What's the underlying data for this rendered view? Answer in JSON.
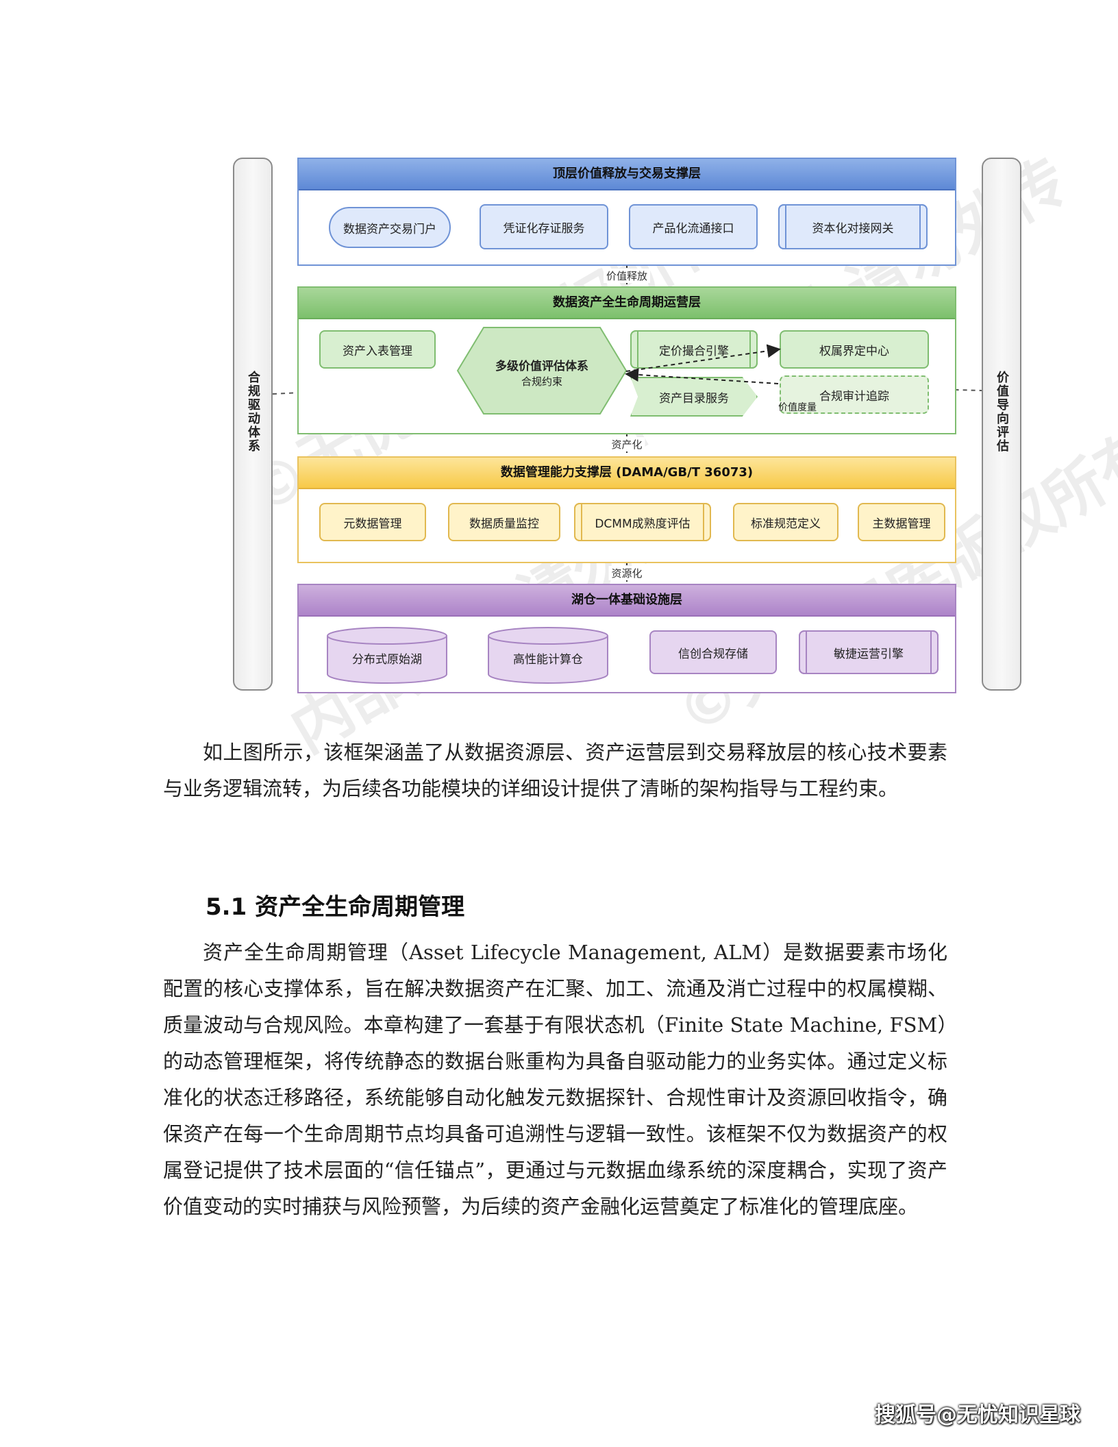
{
  "diagram": {
    "left_pillar": "合规驱动体系",
    "right_pillar": "价值导向评估",
    "layers": {
      "top": {
        "title": "顶层价值释放与交易支撑层",
        "items": [
          "数据资产交易门户",
          "凭证化存证服务",
          "产品化流通接口",
          "资本化对接网关"
        ]
      },
      "lifecycle": {
        "title": "数据资产全生命周期运营层",
        "items": [
          "资产入表管理",
          "定价撮合引擎",
          "权属界定中心",
          "资产目录服务",
          "合规审计追踪"
        ],
        "hexagon_title": "多级价值评估体系",
        "hexagon_sub": "合规约束",
        "value_measure": "价值度量"
      },
      "management": {
        "title": "数据管理能力支撑层 (DAMA/GB/T 36073)",
        "items": [
          "元数据管理",
          "数据质量监控",
          "DCMM成熟度评估",
          "标准规范定义",
          "主数据管理"
        ]
      },
      "infra": {
        "title": "湖仓一体基础设施层",
        "items": [
          "分布式原始湖",
          "高性能计算仓",
          "信创合规存储",
          "敏捷运营引擎"
        ]
      }
    },
    "connectors": [
      "价值释放",
      "资产化",
      "资源化"
    ],
    "watermark_text": "©无忧智库版权所有 内部资料 请勿外传"
  },
  "text": {
    "intro_paragraph": "如上图所示，该框架涵盖了从数据资源层、资产运营层到交易释放层的核心技术要素与业务逻辑流转，为后续各功能模块的详细设计提供了清晰的架构指导与工程约束。",
    "section_heading": "5.1 资产全生命周期管理",
    "section_paragraph": "资产全生命周期管理（Asset Lifecycle Management, ALM）是数据要素市场化配置的核心支撑体系，旨在解决数据资产在汇聚、加工、流通及消亡过程中的权属模糊、质量波动与合规风险。本章构建了一套基于有限状态机（Finite State Machine, FSM）的动态管理框架，将传统静态的数据台账重构为具备自驱动能力的业务实体。通过定义标准化的状态迁移路径，系统能够自动化触发元数据探针、合规性审计及资源回收指令，确保资产在每一个生命周期节点均具备可追溯性与逻辑一致性。该框架不仅为数据资产的权属登记提供了技术层面的“信任锚点”，更通过与元数据血缘系统的深度耦合，实现了资产价值变动的实时捕获与风险预警，为后续的资产金融化运营奠定了标准化的管理底座。"
  },
  "footer_watermark": "搜狐号@无忧知识星球"
}
